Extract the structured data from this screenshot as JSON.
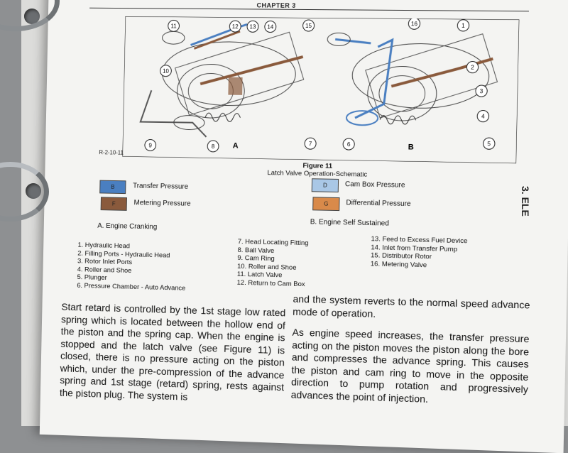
{
  "header": {
    "chapter": "CHAPTER 3"
  },
  "figure": {
    "ref": "R-2-10-11",
    "title": "Figure 11",
    "subtitle": "Latch Valve Operation-Schematic",
    "panel_a": "A",
    "panel_b": "B",
    "callouts": [
      "1",
      "2",
      "3",
      "4",
      "5",
      "6",
      "7",
      "8",
      "9",
      "10",
      "11",
      "12",
      "13",
      "14",
      "15",
      "16"
    ],
    "colors": {
      "transfer": "#4a7fc1",
      "metering": "#8a5a3c",
      "cam_box": "#a9c7e6",
      "differential": "#d98a4a"
    }
  },
  "key": [
    {
      "code": "B",
      "label": "Transfer Pressure"
    },
    {
      "code": "F",
      "label": "Metering Pressure"
    },
    {
      "code": "D",
      "label": "Cam Box Pressure"
    },
    {
      "code": "G",
      "label": "Differential Pressure"
    }
  ],
  "captions": {
    "a": "A.   Engine Cranking",
    "b": "B.   Engine Self Sustained"
  },
  "legend": {
    "col1": [
      "1.    Hydraulic Head",
      "2.    Filling Ports - Hydraulic Head",
      "3.    Rotor Inlet Ports",
      "4.    Roller and Shoe",
      "5.    Plunger",
      "6.    Pressure Chamber - Auto Advance"
    ],
    "col2": [
      "7.    Head Locating Fitting",
      "8.    Ball Valve",
      "9.    Cam Ring",
      "10.  Roller and Shoe",
      "11.  Latch Valve",
      "12.  Return to Cam Box"
    ],
    "col3": [
      "13.  Feed to Excess Fuel Device",
      "14.  Inlet from Transfer Pump",
      "15.  Distributor Rotor",
      "16.  Metering Valve"
    ]
  },
  "body": {
    "left": "Start retard is controlled by the 1st stage low rated spring which is located between the hollow end of the piston and the spring cap. When the engine is stopped and the latch valve (see Figure 11) is closed, there is no pressure acting on the piston which, under the pre-compression of the advance spring and 1st stage (retard) spring, rests against the piston plug. The system is",
    "right_p1": "and the system reverts to the normal speed advance mode of operation.",
    "right_p2": "As engine speed increases, the transfer pressure acting on the piston moves the piston along the bore and compresses the advance spring. This causes the piston and cam ring to move in the opposite direction to pump rotation and progressively advances the point of injection."
  },
  "side_tab": "3. ELE"
}
